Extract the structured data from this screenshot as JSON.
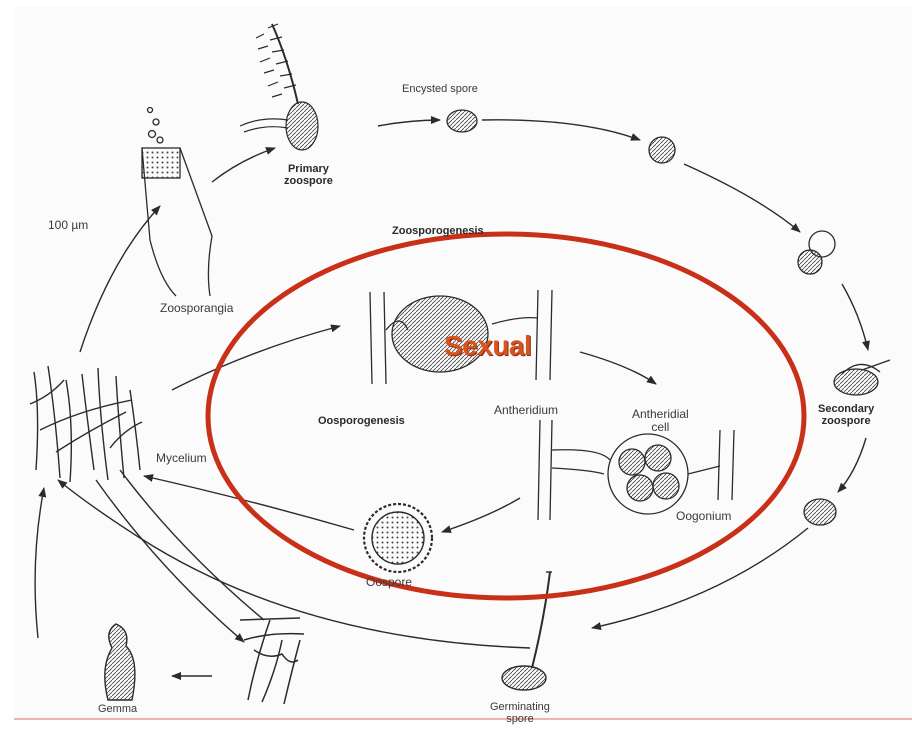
{
  "labels": {
    "scale": "100 µm",
    "zoosporangia": "Zoosporangia",
    "primary_zoospore": "Primary\nzoospore",
    "encysted_spore": "Encysted spore",
    "zoosporogenesis": "Zoosporogenesis",
    "secondary_zoospore": "Secondary\nzoospore",
    "mycelium": "Mycelium",
    "oosporogenesis": "Oosporogenesis",
    "antheridium": "Antheridium",
    "antheridial_cell": "Antheridial\ncell",
    "oogonium": "Oogonium",
    "oospore": "Oospore",
    "germinating_spore": "Germinating\nspore",
    "gemma": "Gemma"
  },
  "highlight": {
    "text": "Sexual",
    "color": "#c8301a"
  },
  "colors": {
    "ink": "#2b2b2b",
    "highlight_ring": "#c8301a",
    "highlight_text": "#d9531e"
  }
}
